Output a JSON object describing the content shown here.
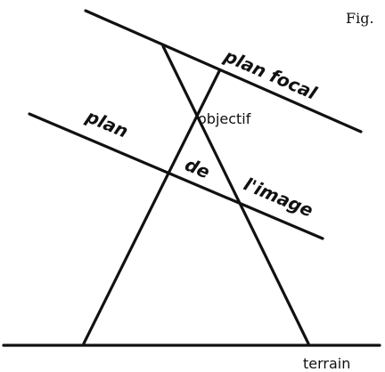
{
  "figure": {
    "fig_label": "Fig."
  },
  "labels": {
    "plan_focal": "plan focal",
    "objectif": "objectif",
    "plan": "plan",
    "de": "de",
    "image": "l'image",
    "terrain": "terrain"
  }
}
